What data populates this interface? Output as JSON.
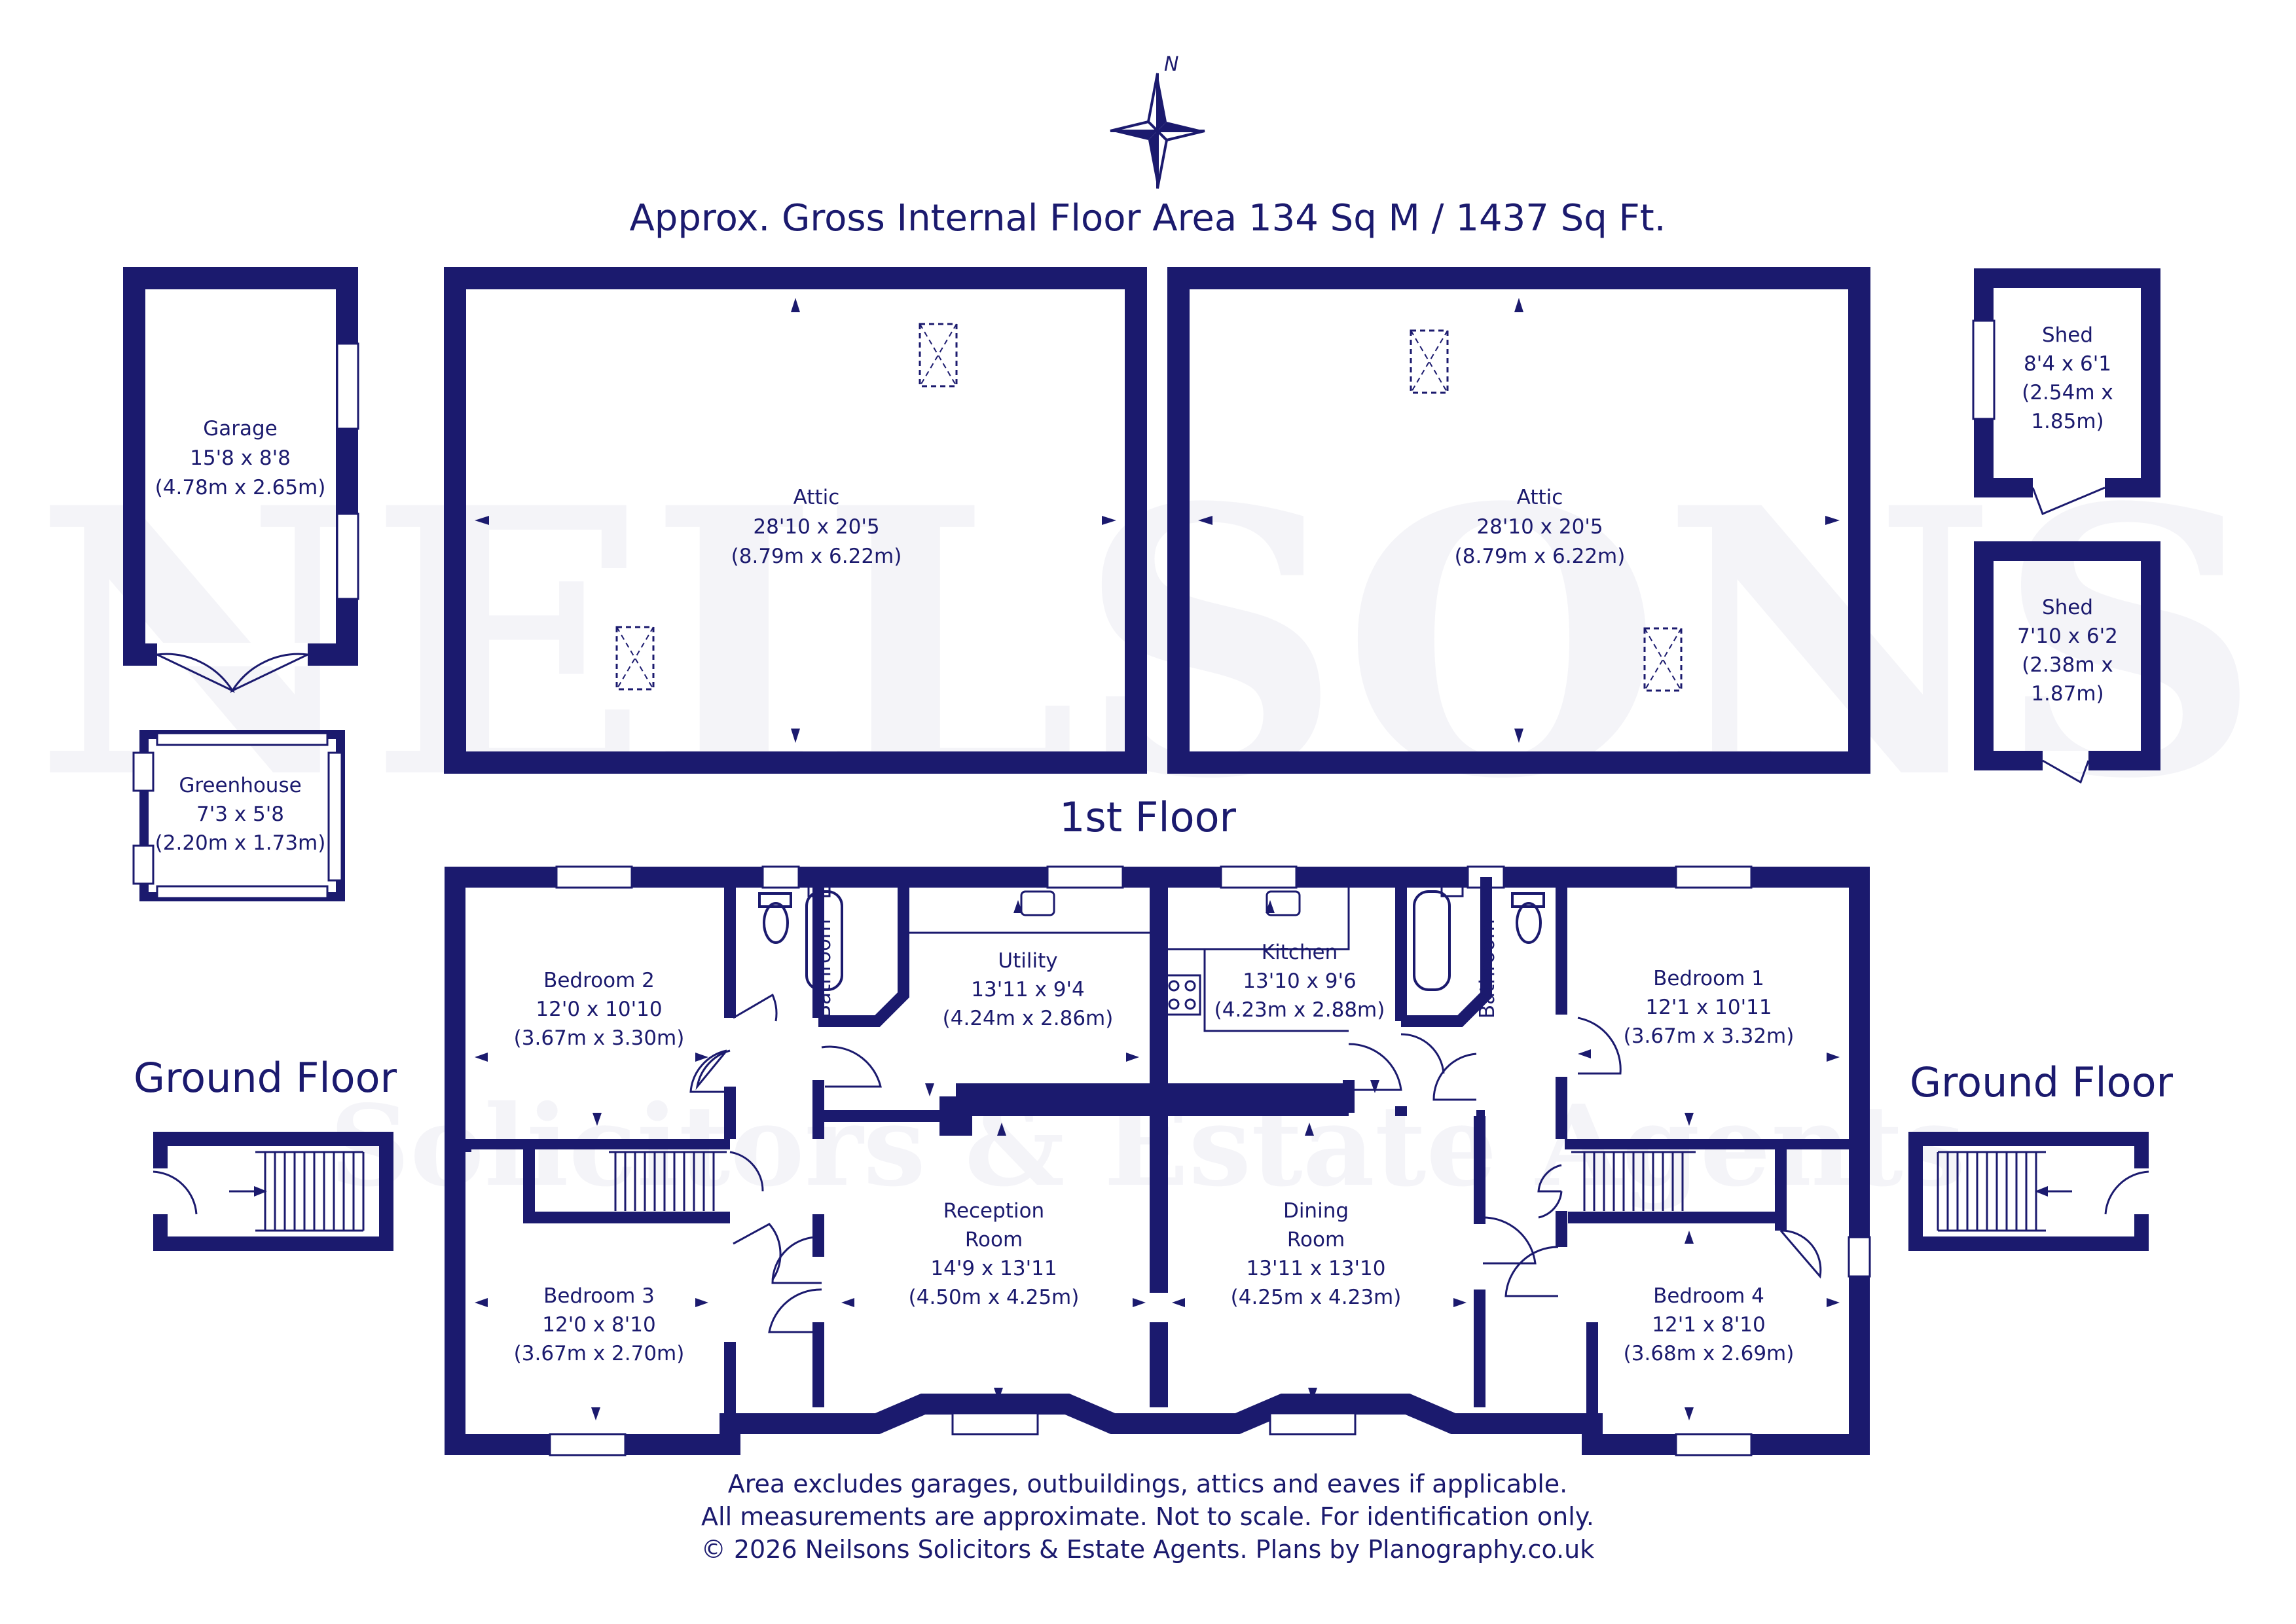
{
  "colors": {
    "wall": "#1b1a6e",
    "background": "#ffffff",
    "window": "#ffffff"
  },
  "compass": {
    "label": "N"
  },
  "header": {
    "title": "Approx. Gross Internal Floor Area 134 Sq M / 1437 Sq Ft."
  },
  "watermark": {
    "line1": "NEILSONS",
    "line2": "Solicitors & Estate Agents"
  },
  "floors": {
    "first": "1st Floor",
    "ground_left": "Ground Floor",
    "ground_right": "Ground Floor"
  },
  "rooms": {
    "garage": {
      "name": "Garage",
      "imperial": "15'8 x 8'8",
      "metric": "(4.78m x 2.65m)"
    },
    "greenhouse": {
      "name": "Greenhouse",
      "imperial": "7'3 x 5'8",
      "metric": "(2.20m x 1.73m)"
    },
    "attic_left": {
      "name": "Attic",
      "imperial": "28'10 x 20'5",
      "metric": "(8.79m x 6.22m)"
    },
    "attic_right": {
      "name": "Attic",
      "imperial": "28'10 x 20'5",
      "metric": "(8.79m x 6.22m)"
    },
    "shed_1": {
      "name": "Shed",
      "imperial": "8'4 x 6'1",
      "metric_a": "(2.54m x",
      "metric_b": "1.85m)"
    },
    "shed_2": {
      "name": "Shed",
      "imperial": "7'10 x 6'2",
      "metric_a": "(2.38m x",
      "metric_b": "1.87m)"
    },
    "bedroom_2": {
      "name": "Bedroom 2",
      "imperial": "12'0 x 10'10",
      "metric": "(3.67m x 3.30m)"
    },
    "bathroom_left": {
      "name": "Bathroom"
    },
    "utility": {
      "name": "Utility",
      "imperial": "13'11 x 9'4",
      "metric": "(4.24m x 2.86m)"
    },
    "kitchen": {
      "name": "Kitchen",
      "imperial": "13'10 x 9'6",
      "metric": "(4.23m x 2.88m)"
    },
    "bathroom_right": {
      "name": "Bathroom"
    },
    "bedroom_1": {
      "name": "Bedroom 1",
      "imperial": "12'1 x 10'11",
      "metric": "(3.67m x 3.32m)"
    },
    "bedroom_3": {
      "name": "Bedroom 3",
      "imperial": "12'0 x 8'10",
      "metric": "(3.67m x 2.70m)"
    },
    "reception": {
      "name_a": "Reception",
      "name_b": "Room",
      "imperial": "14'9 x 13'11",
      "metric": "(4.50m x 4.25m)"
    },
    "dining": {
      "name_a": "Dining",
      "name_b": "Room",
      "imperial": "13'11 x 13'10",
      "metric": "(4.25m x 4.23m)"
    },
    "bedroom_4": {
      "name": "Bedroom 4",
      "imperial": "12'1 x 8'10",
      "metric": "(3.68m x 2.69m)"
    }
  },
  "footer": {
    "line1": "Area excludes garages, outbuildings, attics and eaves if applicable.",
    "line2": "All measurements are approximate. Not to scale. For identification only.",
    "line3": "© 2026 Neilsons Solicitors & Estate Agents. Plans by Planography.co.uk"
  }
}
